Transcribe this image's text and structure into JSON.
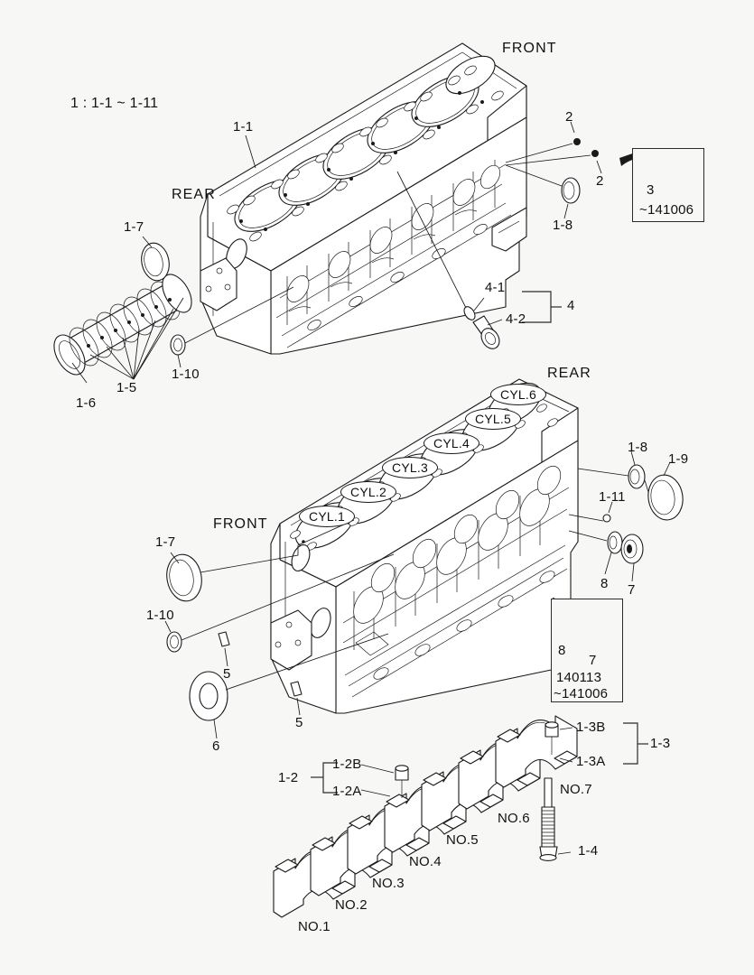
{
  "diagram": {
    "title_note": "1 : 1-1 ~ 1-11",
    "background_color": "#f7f7f6",
    "line_color": "#1a1a1a",
    "type": "exploded-parts-diagram",
    "subject": "engine cylinder block assembly"
  },
  "view_top": {
    "orientation_front": "FRONT",
    "orientation_rear": "REAR",
    "callouts": [
      {
        "id": "c_1_1",
        "text": "1-1"
      },
      {
        "id": "c_1_7",
        "text": "1-7"
      },
      {
        "id": "c_1_5",
        "text": "1-5"
      },
      {
        "id": "c_1_6",
        "text": "1-6"
      },
      {
        "id": "c_1_10",
        "text": "1-10"
      },
      {
        "id": "c_1_8",
        "text": "1-8"
      },
      {
        "id": "c_2_a",
        "text": "2"
      },
      {
        "id": "c_2_b",
        "text": "2"
      },
      {
        "id": "c_4_1",
        "text": "4-1"
      },
      {
        "id": "c_4_2",
        "text": "4-2"
      },
      {
        "id": "c_4",
        "text": "4"
      }
    ],
    "inset": {
      "part_label": "3",
      "serial_note": "~141006"
    }
  },
  "view_bottom": {
    "orientation_front": "FRONT",
    "orientation_rear": "REAR",
    "cylinders": [
      "CYL.1",
      "CYL.2",
      "CYL.3",
      "CYL.4",
      "CYL.5",
      "CYL.6"
    ],
    "callouts": [
      {
        "id": "b_1_7",
        "text": "1-7"
      },
      {
        "id": "b_1_10",
        "text": "1-10"
      },
      {
        "id": "b_5_a",
        "text": "5"
      },
      {
        "id": "b_5_b",
        "text": "5"
      },
      {
        "id": "b_6",
        "text": "6"
      },
      {
        "id": "b_1_8",
        "text": "1-8"
      },
      {
        "id": "b_1_9",
        "text": "1-9"
      },
      {
        "id": "b_1_11",
        "text": "1-11"
      },
      {
        "id": "b_8",
        "text": "8"
      },
      {
        "id": "b_7",
        "text": "7"
      }
    ],
    "inset": {
      "part_label_8": "8",
      "part_label_7": "7",
      "serial_from": "140113",
      "serial_to": "~141006"
    }
  },
  "view_caps": {
    "cap_numbers": [
      "NO.1",
      "NO.2",
      "NO.3",
      "NO.4",
      "NO.5",
      "NO.6",
      "NO.7"
    ],
    "callouts": [
      {
        "id": "p_1_2",
        "text": "1-2"
      },
      {
        "id": "p_1_2b",
        "text": "1-2B"
      },
      {
        "id": "p_1_2a",
        "text": "1-2A"
      },
      {
        "id": "p_1_3",
        "text": "1-3"
      },
      {
        "id": "p_1_3b",
        "text": "1-3B"
      },
      {
        "id": "p_1_3a",
        "text": "1-3A"
      },
      {
        "id": "p_1_4",
        "text": "1-4"
      }
    ]
  }
}
